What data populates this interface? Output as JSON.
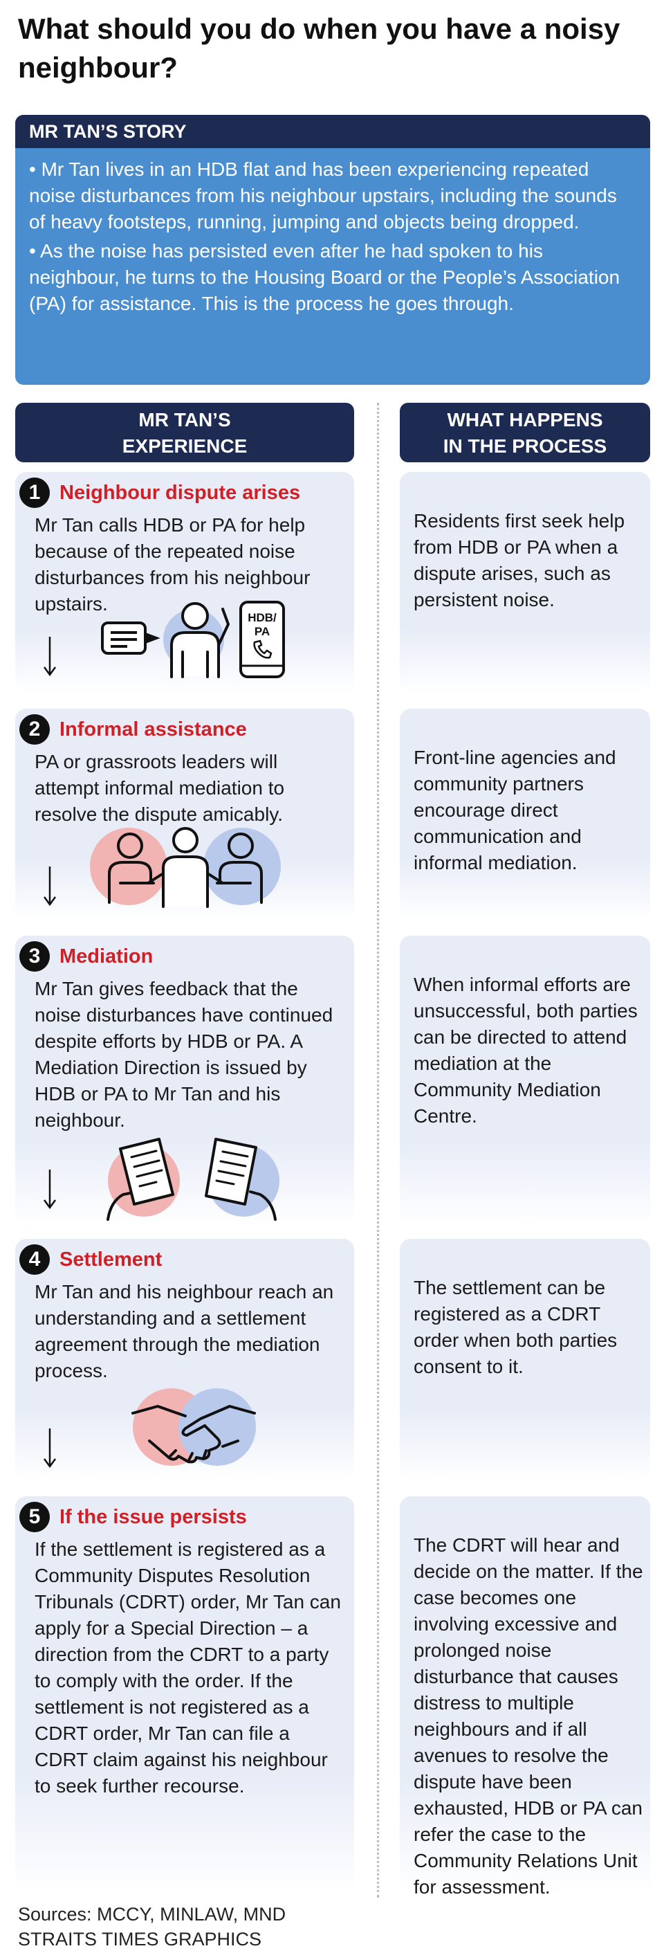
{
  "title": "What should you do when you have a noisy neighbour?",
  "story": {
    "heading": "MR TAN’S STORY",
    "bullets": [
      "• Mr Tan lives in an HDB flat and has been experiencing repeated noise disturbances from his neighbour upstairs, including the sounds of heavy footsteps, running, jumping and objects being dropped.",
      "• As the noise has persisted even after he had spoken to his neighbour, he turns to the Housing Board or the People’s Association (PA) for assistance. This is the process he goes through."
    ]
  },
  "columns": {
    "left": [
      "MR TAN’S",
      "EXPERIENCE"
    ],
    "right": [
      "WHAT HAPPENS",
      "IN THE PROCESS"
    ]
  },
  "steps": [
    {
      "number": "1",
      "title": "Neighbour dispute arises",
      "experience": "Mr Tan calls HDB or PA for help because of the repeated noise disturbances from his neighbour upstairs.",
      "process": "Residents first seek help from HDB or PA when a dispute arises, such as persistent noise.",
      "phone_label": [
        "HDB/",
        "PA"
      ]
    },
    {
      "number": "2",
      "title": "Informal assistance",
      "experience": "PA or grassroots leaders will attempt informal mediation to resolve the dispute amicably.",
      "process": "Front-line agencies and community partners encourage direct communication and informal mediation."
    },
    {
      "number": "3",
      "title": "Mediation",
      "experience": "Mr Tan gives feedback that the noise disturbances have continued despite efforts by HDB or PA. A Mediation Direction is issued by HDB or PA to Mr Tan and his neighbour.",
      "process": "When informal efforts are unsuccessful, both parties can be directed to attend mediation at the Community Mediation Centre."
    },
    {
      "number": "4",
      "title": "Settlement",
      "experience": "Mr Tan and his neighbour reach an understanding and a settlement agreement through the mediation process.",
      "process": "The settlement can be registered as a CDRT order when both parties consent to it."
    },
    {
      "number": "5",
      "title": "If the issue persists",
      "experience": "If the settlement is registered as a Community Disputes Resolution Tribunals (CDRT) order, Mr Tan can apply for a Special Direction – a direction from the CDRT to a party to comply with the order. If the settlement is not registered as a CDRT order, Mr Tan can file a CDRT claim against his neighbour to seek further recourse.",
      "process": "The CDRT will hear and decide on the matter. If the case becomes one involving excessive and prolonged noise disturbance that causes distress to multiple neighbours and if all avenues to resolve the dispute have been exhausted, HDB or PA can refer the case to the Community Relations Unit for assessment."
    }
  ],
  "sources": [
    "Sources: MCCY, MINLAW, MND",
    "STRAITS TIMES GRAPHICS"
  ],
  "colors": {
    "navy": "#1d2b52",
    "story_blue": "#4a8ed0",
    "step_red": "#d02027",
    "card_bg": "#e7ecf7",
    "pink_circle": "#f2b3b3",
    "blue_circle": "#b9c9ec"
  },
  "icons": [
    "speech-bubble-icon",
    "person-on-phone-icon",
    "phone-icon",
    "three-people-icon",
    "document-icon",
    "handshake-icon",
    "down-arrow-icon"
  ]
}
